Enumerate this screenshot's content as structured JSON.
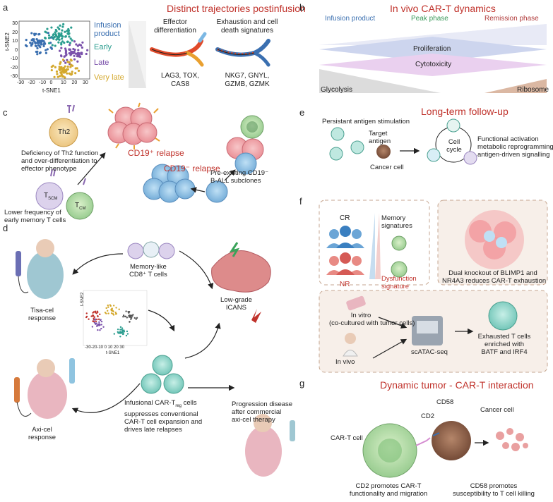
{
  "panel_a": {
    "label": "a",
    "title": "Distinct trajectories postinfusion",
    "yaxis": "t-SNE2",
    "xaxis": "t-SNE1",
    "yticks": [
      "30",
      "20",
      "10",
      "0",
      "-10",
      "-20",
      "-30"
    ],
    "xticks": [
      "-30",
      "-20",
      "-10",
      "0",
      "10",
      "20",
      "30"
    ],
    "legend": [
      {
        "label": "Infusion\nproduct",
        "color": "#3a6fb0"
      },
      {
        "label": "Early",
        "color": "#2a9d8f"
      },
      {
        "label": "Late",
        "color": "#7b52ab"
      },
      {
        "label": "Very late",
        "color": "#d4a82c"
      }
    ],
    "traj1_title": "Effector\ndifferentiation",
    "traj2_title": "Exhaustion and cell\ndeath signatures",
    "traj1_genes": "LAG3, TOX,\nCAS8",
    "traj2_genes": "NKG7, GNYL,\nGZMB, GZMK"
  },
  "panel_b": {
    "label": "b",
    "title": "In vivo CAR-T dynamics",
    "phases": [
      {
        "label": "Infusion product",
        "color": "#3a6fb0"
      },
      {
        "label": "Peak phase",
        "color": "#3a9a5a"
      },
      {
        "label": "Remission phase",
        "color": "#b03a3a"
      }
    ],
    "bands": [
      "Proliferation",
      "Cytotoxicity",
      "Glycolysis",
      "Ribosome"
    ]
  },
  "panel_c": {
    "label": "c",
    "th2": "Th2",
    "th2_text": "Deficiency of Th2 function\nand over-differentiation to\neffector phenotype",
    "relapse_pos": "CD19⁺ relapse",
    "relapse_neg": "CD19⁻ relapse",
    "tscm": "T",
    "tscm_sub": "SCM",
    "tcm": "T",
    "tcm_sub": "CM",
    "memory_text": "Lower frequency of\nearly memory T cells",
    "preexist_text": "Pre-existing CD19⁻\nB-ALL subclones"
  },
  "panel_d": {
    "label": "d",
    "tisa": "Tisa-cel\nresponse",
    "axi": "Axi-cel\nresponse",
    "memory_like": "Memory-like\nCD8⁺ T cells",
    "icans": "Low-grade\nICANS",
    "infusional": "Infusional CAR-T",
    "infusional_sub": "reg",
    "infusional_rest": " cells\nsuppresses conventional\nCAR-T cell expansion and\ndrives late relapses",
    "progression": "Progression disease\nafter commercial\naxi-cel therapy",
    "mini_y": "t-SNE2",
    "mini_x": "t-SNE1",
    "mini_xticks": "-30-20-10 0 10 20 30"
  },
  "panel_e": {
    "label": "e",
    "title": "Long-term follow-up",
    "persist": "Persistant antigen stimulation",
    "target": "Target\nantigen",
    "cancer": "Cancer cell",
    "cycle": "Cell\ncycle",
    "functional": "Functional activation\nmetabolic reprogramming\nantigen-driven signalling"
  },
  "panel_f": {
    "label": "f",
    "cr": "CR",
    "nr": "NR",
    "memory_sig": "Memory\nsignatures",
    "dysfunction": "Dysfunction\nsignature",
    "dual_ko": "Dual knockout of BLIMP1 and\nNR4A3 reduces CAR-T exhaustion",
    "invitro": "In vitro\n(co-cultured with tumor cells)",
    "invivo": "In vivo",
    "scatac": "scATAC-seq",
    "exhausted": "Exhausted T cells\nenriched with\nBATF and IRF4"
  },
  "panel_g": {
    "label": "g",
    "title": "Dynamic tumor - CAR-T interaction",
    "cd2": "CD2",
    "cd58": "CD58",
    "cart": "CAR-T cell",
    "cancer": "Cancer cell",
    "cd2_text": "CD2 promotes CAR-T\nfunctionality and migration",
    "cd58_text": "CD58 promotes\nsusceptibility to T cell killing"
  },
  "colors": {
    "title_red": "#c0322b",
    "blue": "#3a6fb0",
    "green": "#2a9d8f",
    "purple": "#7b52ab",
    "yellow": "#d4a82c",
    "pink_cell": "#f2a0a6",
    "blue_cell": "#7cb8e4",
    "green_cell": "#a8d8a6"
  }
}
